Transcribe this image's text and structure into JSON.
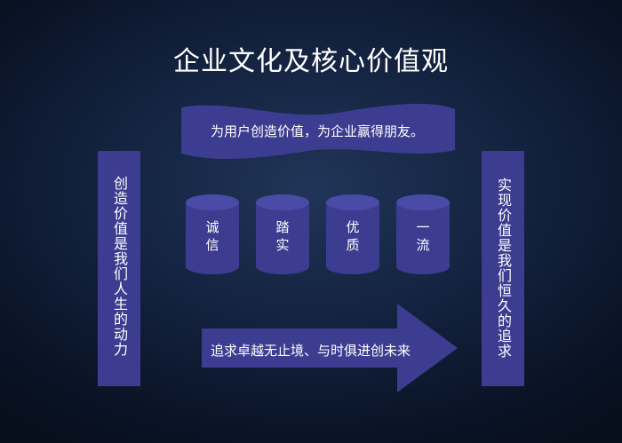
{
  "slide": {
    "title": "企业文化及核心价值观",
    "banner_text": "为用户创造价值，为企业赢得朋友。",
    "left_panel_text": "创造价值是我们人生的动力",
    "right_panel_text": "实现价值是我们恒久的追求",
    "values": [
      {
        "line1": "诚",
        "line2": "信"
      },
      {
        "line1": "踏",
        "line2": "实"
      },
      {
        "line1": "优",
        "line2": "质"
      },
      {
        "line1": "一",
        "line2": "流"
      }
    ],
    "arrow_text": "追求卓越无止境、与时俱进创未来"
  },
  "colors": {
    "shape_fill": "#3c3d91",
    "background": "#13223f",
    "text": "#ffffff"
  }
}
